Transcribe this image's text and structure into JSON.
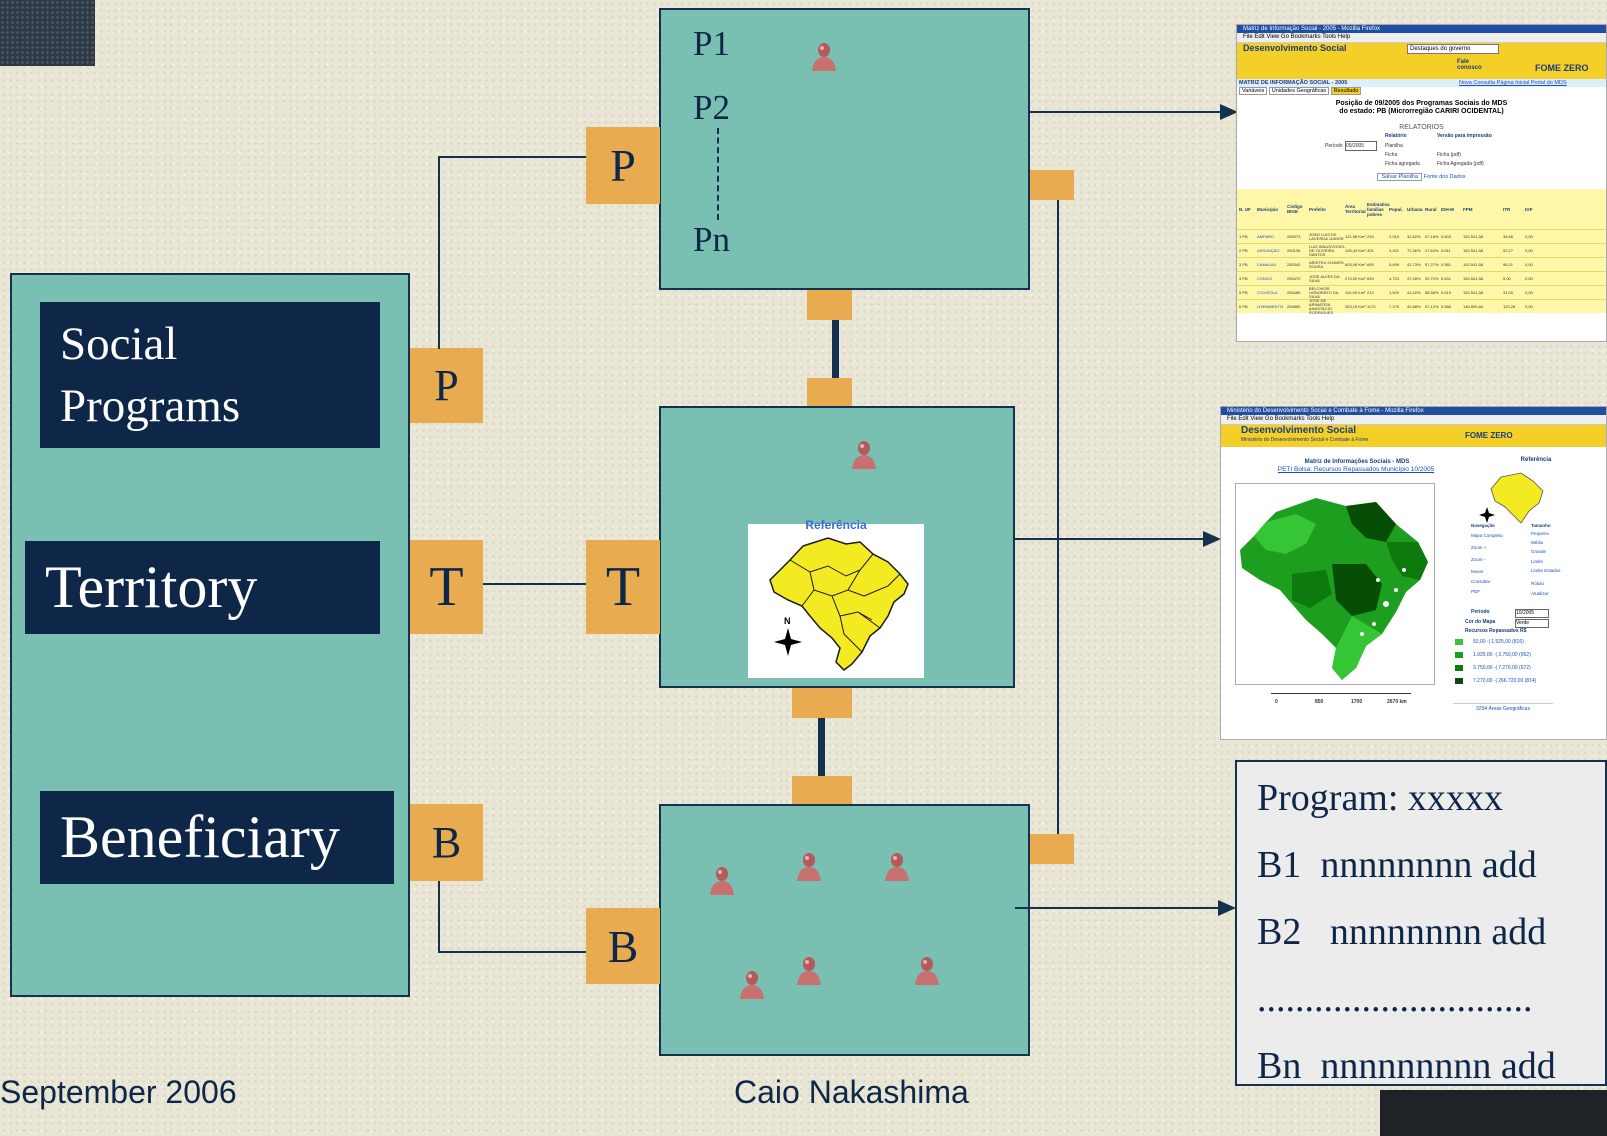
{
  "left_panel": {
    "social_programs": "Social\nPrograms",
    "territory": "Territory",
    "beneficiary": "Beneficiary"
  },
  "tags": {
    "p": "P",
    "t": "T",
    "b": "B"
  },
  "program_box": {
    "p1": "P1",
    "p2": "P2",
    "pn": "Pn"
  },
  "screenshot_1": {
    "window_title": "Matriz de Informação Social - 2005 - Mozilla Firefox",
    "menu": "File  Edit  View  Go  Bookmarks  Tools  Help",
    "brand": "Desenvolvimento Social",
    "dropdown": "Destaques do governo",
    "fale": "Fale conosco",
    "fome_zero": "FOME ZERO",
    "header_left": "MATRIZ DE INFORMAÇÃO SOCIAL - 2005",
    "header_right": "Nova Consulta  Página Inicial  Portal do MDS",
    "tabs": [
      "Variáveis",
      "Unidades Geográficas",
      "Resultado"
    ],
    "heading": "Posição de 09/2005 dos Programas Sociais do MDS\ndo estado: PB (Microrregião CARIRI OCIDENTAL)",
    "relatorios": "RELATÓRIOS",
    "periodo_label": "Período",
    "periodo_value": "09/2005",
    "relatorio_col": "Relatório",
    "versao_col": "Versão para impressão",
    "options_left": [
      "Planilha",
      "Ficha",
      "Ficha agregada"
    ],
    "options_right": [
      "Ficha (pdf)",
      "Ficha Agregada (pdf)"
    ],
    "salvar": "Salvar Planilha",
    "fonte": "Fonte dos Dados",
    "columns": [
      "N. UF",
      "Município",
      "Código IBGE",
      "Prefeito",
      "Área Territorial",
      "Estimativa famílias pobres",
      "Popul.",
      "Urbana",
      "Rural",
      "IDH-M",
      "FPM",
      "ITR",
      "IOF"
    ],
    "rows": [
      [
        "1 PB",
        "AMPARO",
        "250073",
        "JOÃO LUIS DE LACERDA JUNIOR",
        "121,98 Km²",
        "234",
        "2.019",
        "32,82%",
        "67,18%",
        "0.603",
        "152.541,58",
        "36,65",
        "0,00"
      ],
      [
        "2 PB",
        "ASSUNÇÃO",
        "250135",
        "LUIZ WALDIVOGEL DE OLIVEIRA SANTOS",
        "126,43 Km²",
        "401",
        "3.201",
        "72,36%",
        "27,64%",
        "0.611",
        "152.541,58",
        "92,27",
        "0,00"
      ],
      [
        "3 PB",
        "CAMALAU",
        "250340",
        "ARISTEU CHAVES SOUSA",
        "603,06 Km²",
        "695",
        "5.499",
        "42,73%",
        "57,27%",
        "0.581",
        "152.541,58",
        "98,21",
        "0,00"
      ],
      [
        "4 PB",
        "CONGO",
        "250470",
        "JOSÉ ALVES DA SILVA",
        "274,00 Km²",
        "693",
        "4.723",
        "47,28%",
        "52,72%",
        "0.631",
        "152.541,58",
        "5,00",
        "0,00"
      ],
      [
        "5 PB",
        "COXIXOLA",
        "250485",
        "BELCHIOR HONORATO DA SILVA",
        "119,06 Km²",
        "213",
        "1.529",
        "41,42%",
        "58,58%",
        "0.619",
        "152.541,58",
        "31,00",
        "0,00"
      ],
      [
        "6 PB",
        "LIVRAMENTO",
        "250850",
        "JOSE DE ARIMATEIA ANASTACIO RODRIGUES",
        "263,15 Km²",
        "1170",
        "7.275",
        "42,88%",
        "57,12%",
        "0.586",
        "146.899,84",
        "120,26",
        "0,00"
      ]
    ]
  },
  "screenshot_2": {
    "window_title": "Ministério do Desenvolvimento Social e Combate à Fome - Mozilla Firefox",
    "menu": "File  Edit  View  Go  Bookmarks  Tools  Help",
    "brand": "Desenvolvimento Social",
    "brand_sub": "Ministério do Desenvolvimento Social e Combate à Fome",
    "fome_zero": "FOME ZERO",
    "title1": "Matriz de Informações Sociais - MDS",
    "title2": "PETI Bolsa: Recursos Repassados Município 10/2005",
    "referencia": "Referência",
    "navegacao": "Navegação",
    "tamanho": "Tamanho",
    "nav_items": [
      "Mapa Completo",
      "Zoom +",
      "Zoom -",
      "Mover",
      "Consultar",
      "PDF"
    ],
    "size_items": [
      "Pequeno",
      "Médio",
      "Grande",
      "Limite",
      "Limite Estados",
      "Rótulo",
      "Atualizar"
    ],
    "periodo_label": "Período",
    "periodo_value": "10/2005",
    "cor_label": "Cor do Mapa",
    "cor_value": "Verde",
    "recursos": "Recursos Repassados R$",
    "legend": [
      "50,00 -| 1.925,00 (816)",
      "1.925,00 -| 3.750,00 (952)",
      "3.750,00 -| 7.270,00 (672)",
      "7.270,00 -| 266.720,00 (814)"
    ],
    "legend_colors": [
      "#35c535",
      "#1e9e1e",
      "#0d7a0d",
      "#064d06"
    ],
    "scale": [
      "0",
      "850",
      "1700",
      "2670 km"
    ],
    "areas": "3254 Áreas Geográficas"
  },
  "map_caption": "Referência",
  "program_list": {
    "program": "Program: xxxxx",
    "b1": "B1  nnnnnnnn add",
    "b2": "B2   nnnnnnnn add",
    "dots": ".............................",
    "bn": "Bn  nnnnnnnnn add"
  },
  "footer": {
    "date": "September 2006",
    "author": "Caio Nakashima"
  }
}
